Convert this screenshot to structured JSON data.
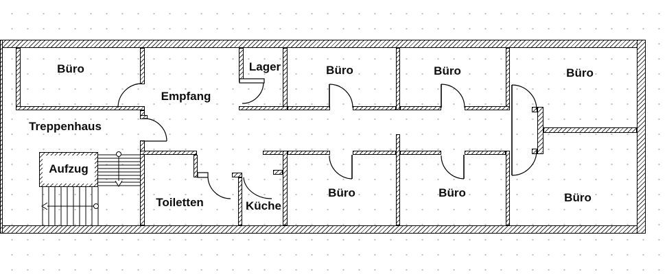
{
  "plan_title": "Office floor plan (German labels)",
  "rooms": [
    {
      "id": "buero-top-left",
      "label": "Büro"
    },
    {
      "id": "empfang",
      "label": "Empfang"
    },
    {
      "id": "lager",
      "label": "Lager"
    },
    {
      "id": "buero-top-2",
      "label": "Büro"
    },
    {
      "id": "buero-top-3",
      "label": "Büro"
    },
    {
      "id": "buero-top-right",
      "label": "Büro"
    },
    {
      "id": "treppenhaus",
      "label": "Treppenhaus"
    },
    {
      "id": "aufzug",
      "label": "Aufzug"
    },
    {
      "id": "toiletten",
      "label": "Toiletten"
    },
    {
      "id": "kueche",
      "label": "Küche"
    },
    {
      "id": "buero-bottom-1",
      "label": "Büro"
    },
    {
      "id": "buero-bottom-2",
      "label": "Büro"
    },
    {
      "id": "buero-bottom-right",
      "label": "Büro"
    }
  ],
  "symbols": {
    "stair_up_run": "stair-treads-horizontal",
    "stair_down_run": "stair-treads-vertical",
    "walk_line_start": "circle",
    "walk_line_end": "open-arrowhead"
  },
  "colors": {
    "wall_line": "#000000",
    "wall_hatch": "#3a3a3a",
    "background": "#ffffff",
    "grid_dots": "#c2c2c2",
    "label_text": "#0d0d0d"
  }
}
